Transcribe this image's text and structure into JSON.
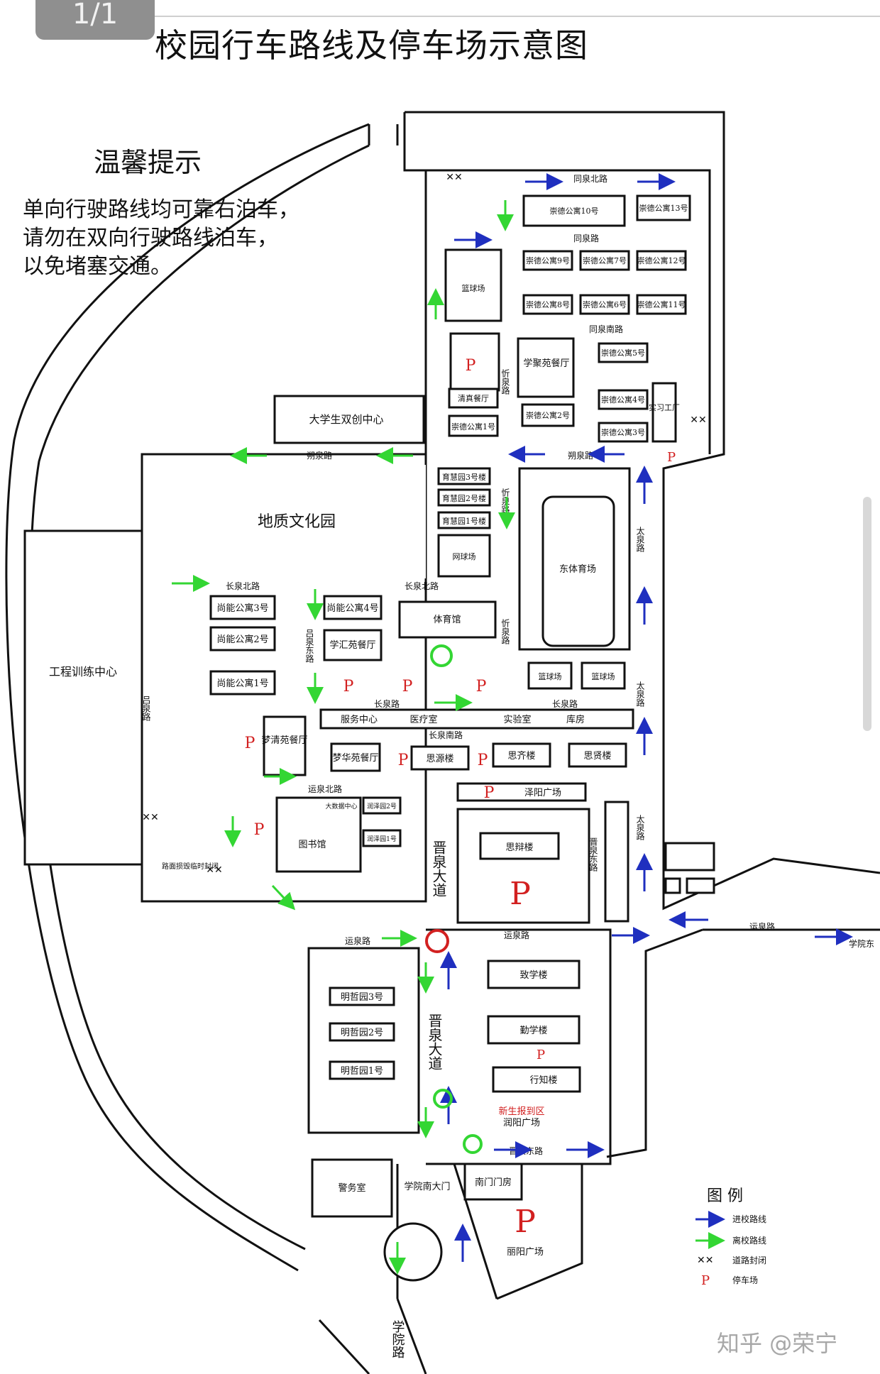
{
  "viewer": {
    "page_indicator": "1/1",
    "watermark": "知乎 @荣宁"
  },
  "title": "校园行车路线及停车场示意图",
  "tips": {
    "heading": "温馨提示",
    "lines": [
      "单向行驶路线均可靠右泊车，",
      "请勿在双向行驶路线泊车，",
      "以免堵塞交通。"
    ]
  },
  "legend": {
    "heading": "图  例",
    "entries": [
      {
        "label": "进校路线",
        "color": "#1f2fbf"
      },
      {
        "label": "离校路线",
        "color": "#33d633"
      },
      {
        "label": "道路封闭",
        "symbol": "xx"
      },
      {
        "label": "停车场",
        "symbol": "P"
      }
    ]
  },
  "colors": {
    "in_route": "#1f2fbf",
    "out_route": "#33d633",
    "parking": "#d22020",
    "outline": "#111111"
  },
  "roads": {
    "tongquan_bei": "同泉北路",
    "tongquan": "同泉路",
    "tongquan_nan": "同泉南路",
    "shuoquan_w": "朔泉路",
    "shuoquan_e": "朔泉路",
    "changquan_bei_w": "长泉北路",
    "changquan_bei_e": "长泉北路",
    "changquan_w": "长泉路",
    "changquan_e": "长泉路",
    "changquan_nan": "长泉南路",
    "xinquan_1": "忻泉路",
    "xinquan_2": "忻泉路",
    "xinquan_3": "忻泉路",
    "lvquan_dong": "吕泉东路",
    "lvquan": "吕泉路",
    "taiquan_1": "太泉路",
    "taiquan_2": "太泉路",
    "taiquan_3": "太泉路",
    "yunquan_bei": "运泉北路",
    "yunquan_w": "运泉路",
    "yunquan_m": "运泉路",
    "yunquan_e": "运泉路",
    "jinquan_dadao_1": "晋泉大道",
    "jinquan_dadao_2": "晋泉大道",
    "jinquan_dong": "晋泉东路",
    "jinquan_dong_2": "晋泉东路",
    "xueyuan_dong": "学院东",
    "xueyuan": "学院路",
    "closure_note": "路面损毁临时封闭"
  },
  "buildings": {
    "chongde10": "崇德公寓10号",
    "chongde13": "崇德公寓13号",
    "chongde9": "崇德公寓9号",
    "chongde7": "崇德公寓7号",
    "chongde12": "崇德公寓12号",
    "chongde8": "崇德公寓8号",
    "chongde6": "崇德公寓6号",
    "chongde11": "崇德公寓11号",
    "chongde5": "崇德公寓5号",
    "chongde4": "崇德公寓4号",
    "chongde3": "崇德公寓3号",
    "chongde2": "崇德公寓2号",
    "chongde1": "崇德公寓1号",
    "shixi": "实习工厂",
    "xuejuyuan": "学聚苑餐厅",
    "qingzhen": "清真餐厅",
    "basketball_n": "篮球场",
    "shuangchuang": "大学生双创中心",
    "dizhi": "地质文化园",
    "yuhui3": "育慧园3号楼",
    "yuhui2": "育慧园2号楼",
    "yuhui1": "育慧园1号楼",
    "tennis": "网球场",
    "dongtiyuchang": "东体育场",
    "basketball_s1": "篮球场",
    "basketball_s2": "篮球场",
    "shangneng3": "尚能公寓3号",
    "shangneng2": "尚能公寓2号",
    "shangneng1": "尚能公寓1号",
    "shangneng4": "尚能公寓4号",
    "xuehui": "学汇苑餐厅",
    "tiyuguan": "体育馆",
    "fuwu": "服务中心",
    "yiliao": "医疗室",
    "shiyan": "实验室",
    "kufang": "库房",
    "mengqing": "梦清苑餐厅",
    "menghua": "梦华苑餐厅",
    "siyuan": "思源楼",
    "siqi": "思齐楼",
    "sixian": "思贤楼",
    "gongcheng": "工程训练中心",
    "dashuju": "大数据中心",
    "runze2": "润泽园2号",
    "runze1": "润泽园1号",
    "library": "图书馆",
    "zeyang": "泽阳广场",
    "sibian": "思辩楼",
    "mingzhe3": "明哲园3号",
    "mingzhe2": "明哲园2号",
    "mingzhe1": "明哲园1号",
    "zhixue": "致学楼",
    "qinxue": "勤学楼",
    "xingzhi": "行知楼",
    "report_area": "新生报到区",
    "runyang": "润阳广场",
    "jingwu": "警务室",
    "south_gate": "学院南大门",
    "nanmen": "南门门房",
    "liyang": "丽阳广场"
  },
  "parking_label": "P"
}
